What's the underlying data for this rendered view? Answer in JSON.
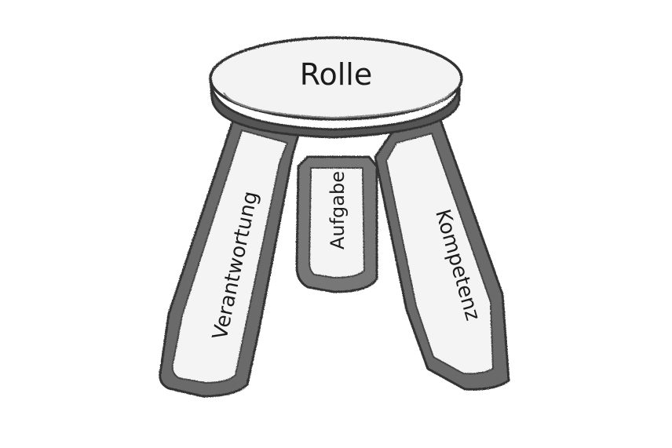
{
  "diagram": {
    "seat_label": "Rolle",
    "legs": [
      {
        "label": "Verantwortung"
      },
      {
        "label": "Aufgabe"
      },
      {
        "label": "Kompetenz"
      }
    ]
  },
  "colors": {
    "outline": "#3a3a3a",
    "shadow": "#555555",
    "fill": "#f3f3f3",
    "rim": "#dcdcdc",
    "text": "#1b1b1b"
  }
}
